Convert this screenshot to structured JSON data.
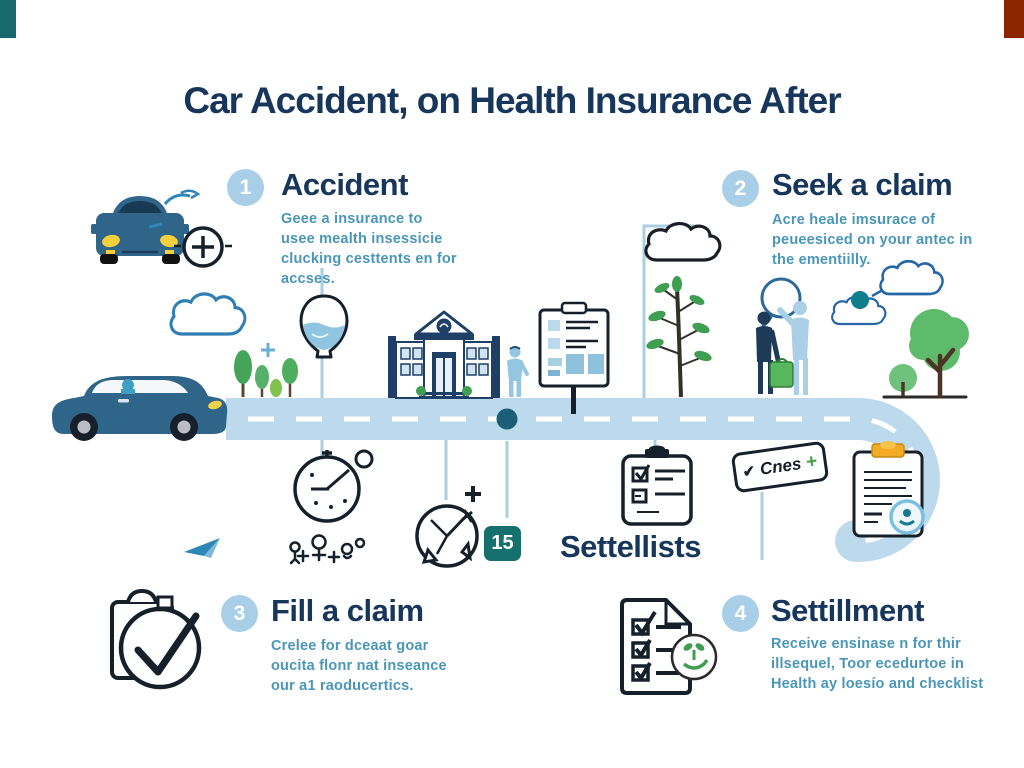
{
  "title": "Car Accident, on Health Insurance After",
  "steps": [
    {
      "number": "1",
      "heading": "Accident",
      "body": [
        "Geee a insurance to",
        "usee mealth insessicie",
        "clucking cesttents en for",
        "accses."
      ]
    },
    {
      "number": "2",
      "heading": "Seek a claim",
      "body": [
        "Acre heale imsurace of",
        "peueesiced on your antec in",
        "the ementiilly."
      ]
    },
    {
      "number": "3",
      "heading": "Fill a claim",
      "body": [
        "Crelee for dceaat goar",
        "oucita flonr nat inseance",
        "our a1 raoducertics."
      ]
    },
    {
      "number": "4",
      "heading": "Settillment",
      "body": [
        "Receive ensinase n for thir",
        "illsequel, Toor ecedurtoe in",
        "Health ay loesío and checklist"
      ]
    }
  ],
  "center": {
    "day_badge": "15",
    "label": "Settellists"
  },
  "ticket": {
    "check": "✔",
    "label": "Cnes",
    "plus": "+"
  },
  "colors": {
    "navy": "#17365c",
    "body-teal": "#4a96b8",
    "badge-blue": "#a9cfe8",
    "badge-number": "#ffffff",
    "road": "#bcdaeb",
    "road-dot": "#1b5e78",
    "day-badge": "#16706d",
    "green": "#43a047",
    "orange": "#f3ab25",
    "outline": "#15202b",
    "connector": "#a9cfe3",
    "car-blue": "#2e6589"
  }
}
